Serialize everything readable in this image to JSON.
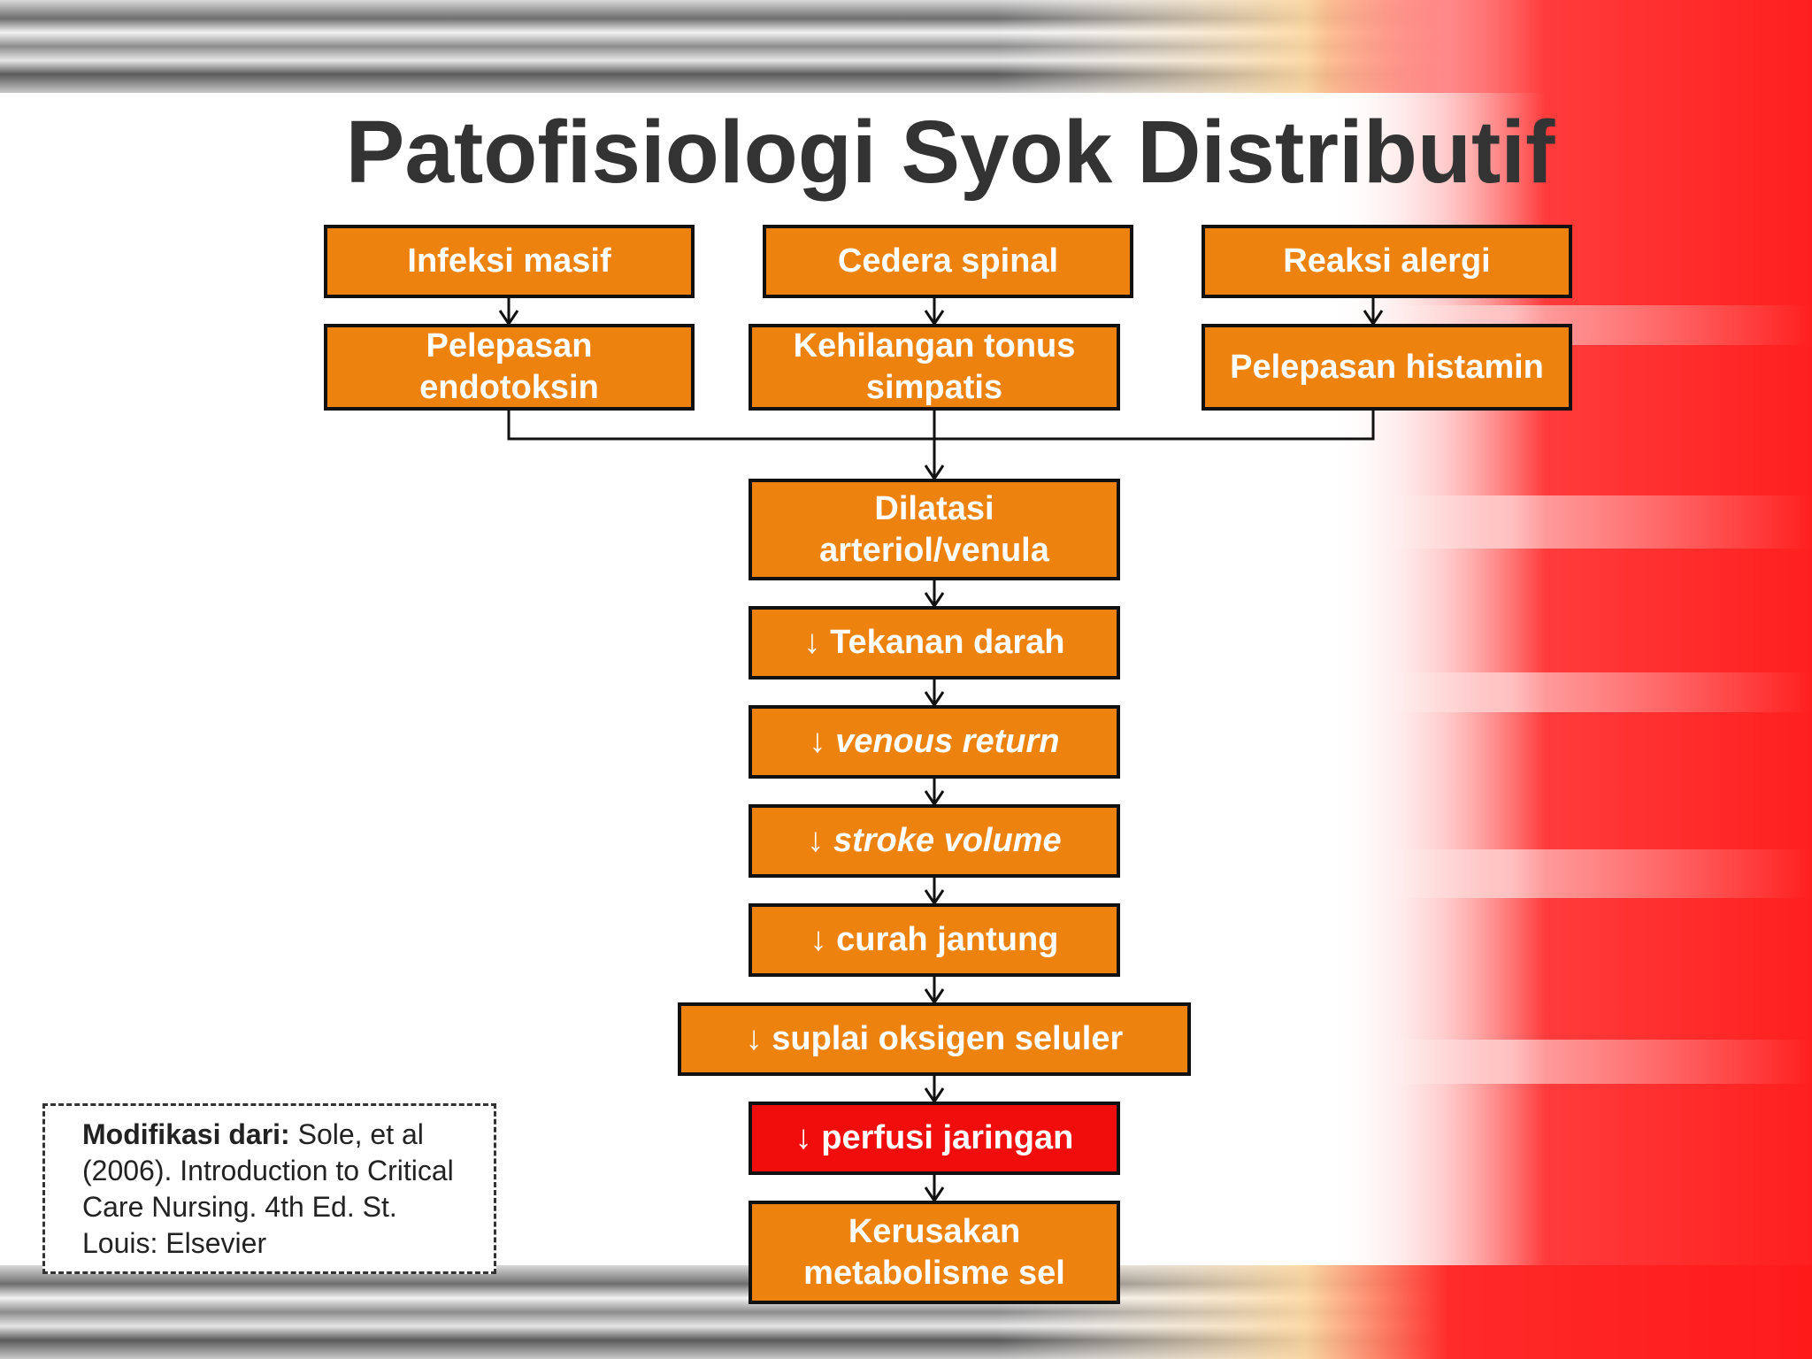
{
  "title": "Patofisiologi Syok Distributif",
  "colors": {
    "box_orange": "#ee820f",
    "box_red": "#f20d0d",
    "title": "#333333"
  },
  "causes": [
    {
      "cause": "Infeksi masif",
      "effect_line1": "Pelepasan",
      "effect_line2": "endotoksin"
    },
    {
      "cause": "Cedera spinal",
      "effect_line1": "Kehilangan tonus",
      "effect_line2": "simpatis"
    },
    {
      "cause": "Reaksi alergi",
      "effect_line1": "Pelepasan histamin",
      "effect_line2": ""
    }
  ],
  "chain": [
    {
      "arrow": "",
      "line1": "Dilatasi",
      "line2": "arteriol/venula"
    },
    {
      "arrow": "↓",
      "text": "Tekanan darah"
    },
    {
      "arrow": "↓",
      "text": "venous return",
      "italic": true
    },
    {
      "arrow": "↓",
      "text": "stroke volume",
      "italic": true
    },
    {
      "arrow": "↓",
      "text": "curah jantung"
    },
    {
      "arrow": "↓",
      "text": "suplai oksigen seluler"
    },
    {
      "arrow": "↓",
      "text": "perfusi jaringan",
      "highlight": true
    },
    {
      "arrow": "",
      "line1": "Kerusakan",
      "line2": "metabolisme sel"
    }
  ],
  "reference": {
    "label": "Modifikasi dari:",
    "text": " Sole, et al (2006). Introduction to Critical Care Nursing. 4th Ed. St. Louis: Elsevier"
  }
}
